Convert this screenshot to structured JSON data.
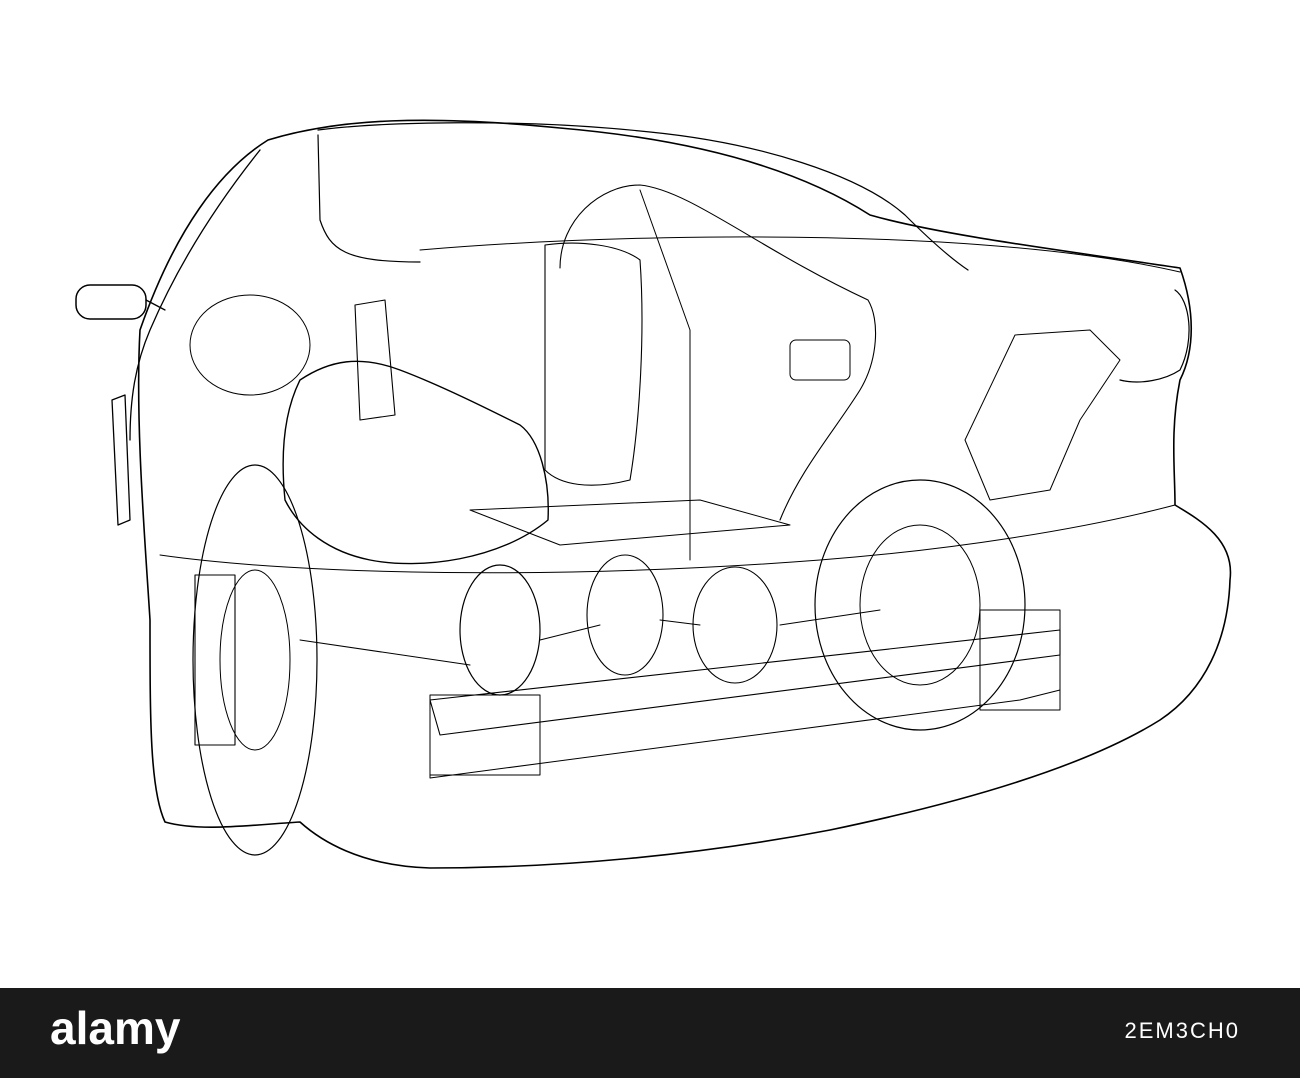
{
  "illustration": {
    "subject": "car-wireframe",
    "line_color": "#000000",
    "background_color": "#ffffff"
  },
  "footer": {
    "brand": "alamy",
    "image_id_label": "",
    "image_id": "2EM3CH0",
    "background_color": "#1a1a1a",
    "text_color": "#ffffff"
  }
}
